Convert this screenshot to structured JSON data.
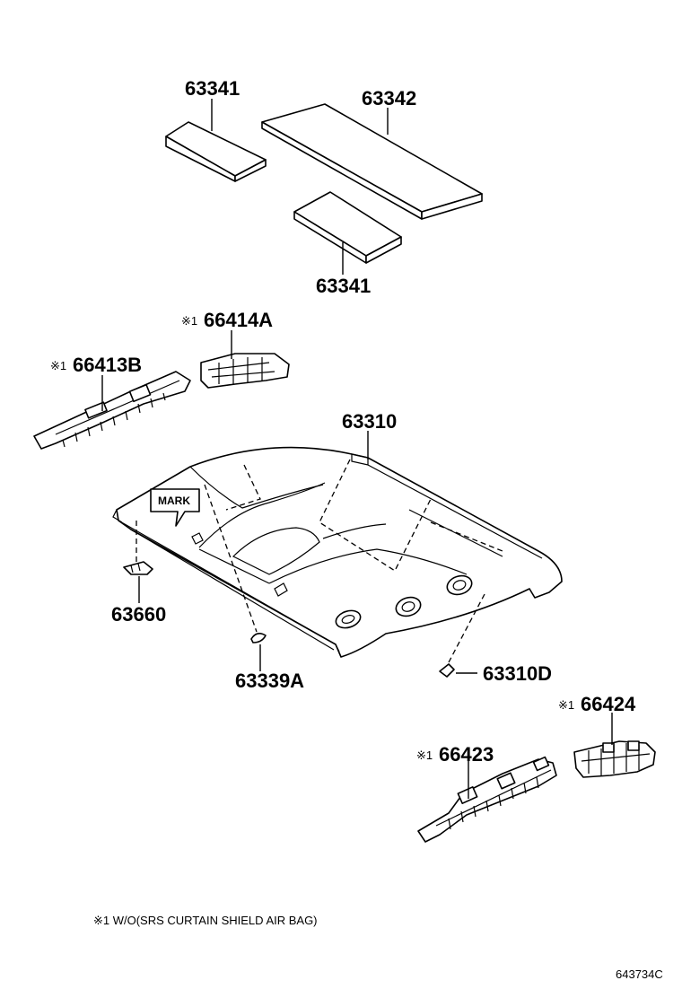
{
  "diagram": {
    "labels": {
      "pad_upper": "63341",
      "pad_long": "63342",
      "pad_lower": "63341",
      "bracket_a_prefix": "※1",
      "bracket_a": "66414A",
      "bracket_b_prefix": "※1",
      "bracket_b": "66413B",
      "headliner": "63310",
      "mark": "MARK",
      "clip_a": "63660",
      "clip_b": "63339A",
      "clip_c": "63310D",
      "bracket_c_prefix": "※1",
      "bracket_c": "66424",
      "bracket_d_prefix": "※1",
      "bracket_d": "66423"
    },
    "footnote": "※1 W/O(SRS CURTAIN SHIELD AIR BAG)",
    "diagram_id": "643734C"
  }
}
